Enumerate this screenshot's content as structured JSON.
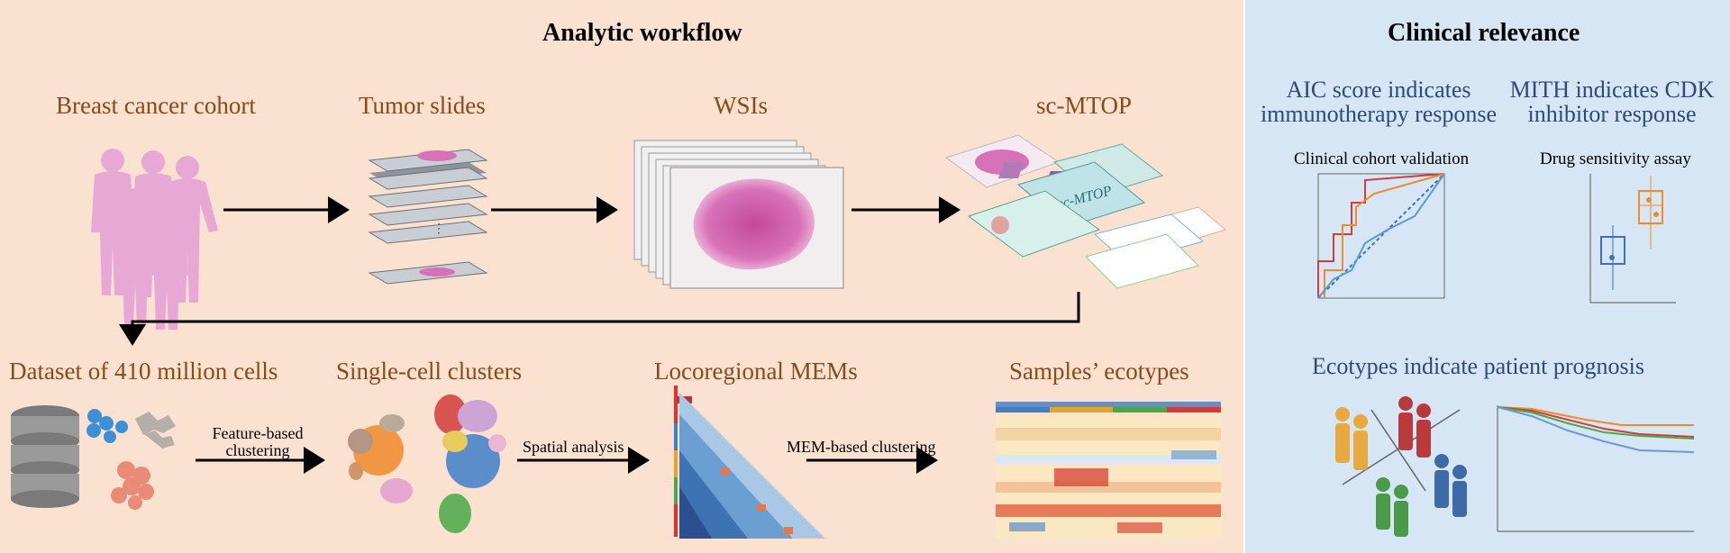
{
  "workflow": {
    "title": "Analytic workflow",
    "stages_top": [
      "Breast cancer cohort",
      "Tumor slides",
      "WSIs",
      "sc-MTOP"
    ],
    "stages_bottom": [
      "Dataset of 410 million cells",
      "Single-cell clusters",
      "Locoregional MEMs",
      "Samples’ ecotypes"
    ],
    "arrow_labels": [
      "Feature-based\nclustering",
      "Spatial analysis",
      "MEM-based clustering"
    ],
    "mtop_card_label": "sc-MTOP"
  },
  "clinical": {
    "title": "Clinical relevance",
    "aic_heading": "AIC score indicates\nimmunotherapy response",
    "mith_heading": "MITH indicates CDK\ninhibitor response",
    "cohort_label": "Clinical cohort validation",
    "drug_label": "Drug sensitivity assay",
    "ecotype_heading": "Ecotypes indicate patient prognosis"
  },
  "colors": {
    "left_bg": "#fbe1d0",
    "right_bg": "#d6e6f4",
    "stage_label": "#8a4a1a",
    "clinical_heading": "#2e4a7a",
    "person_pink": "#e6a6d6",
    "tissue": "#d55fae"
  }
}
